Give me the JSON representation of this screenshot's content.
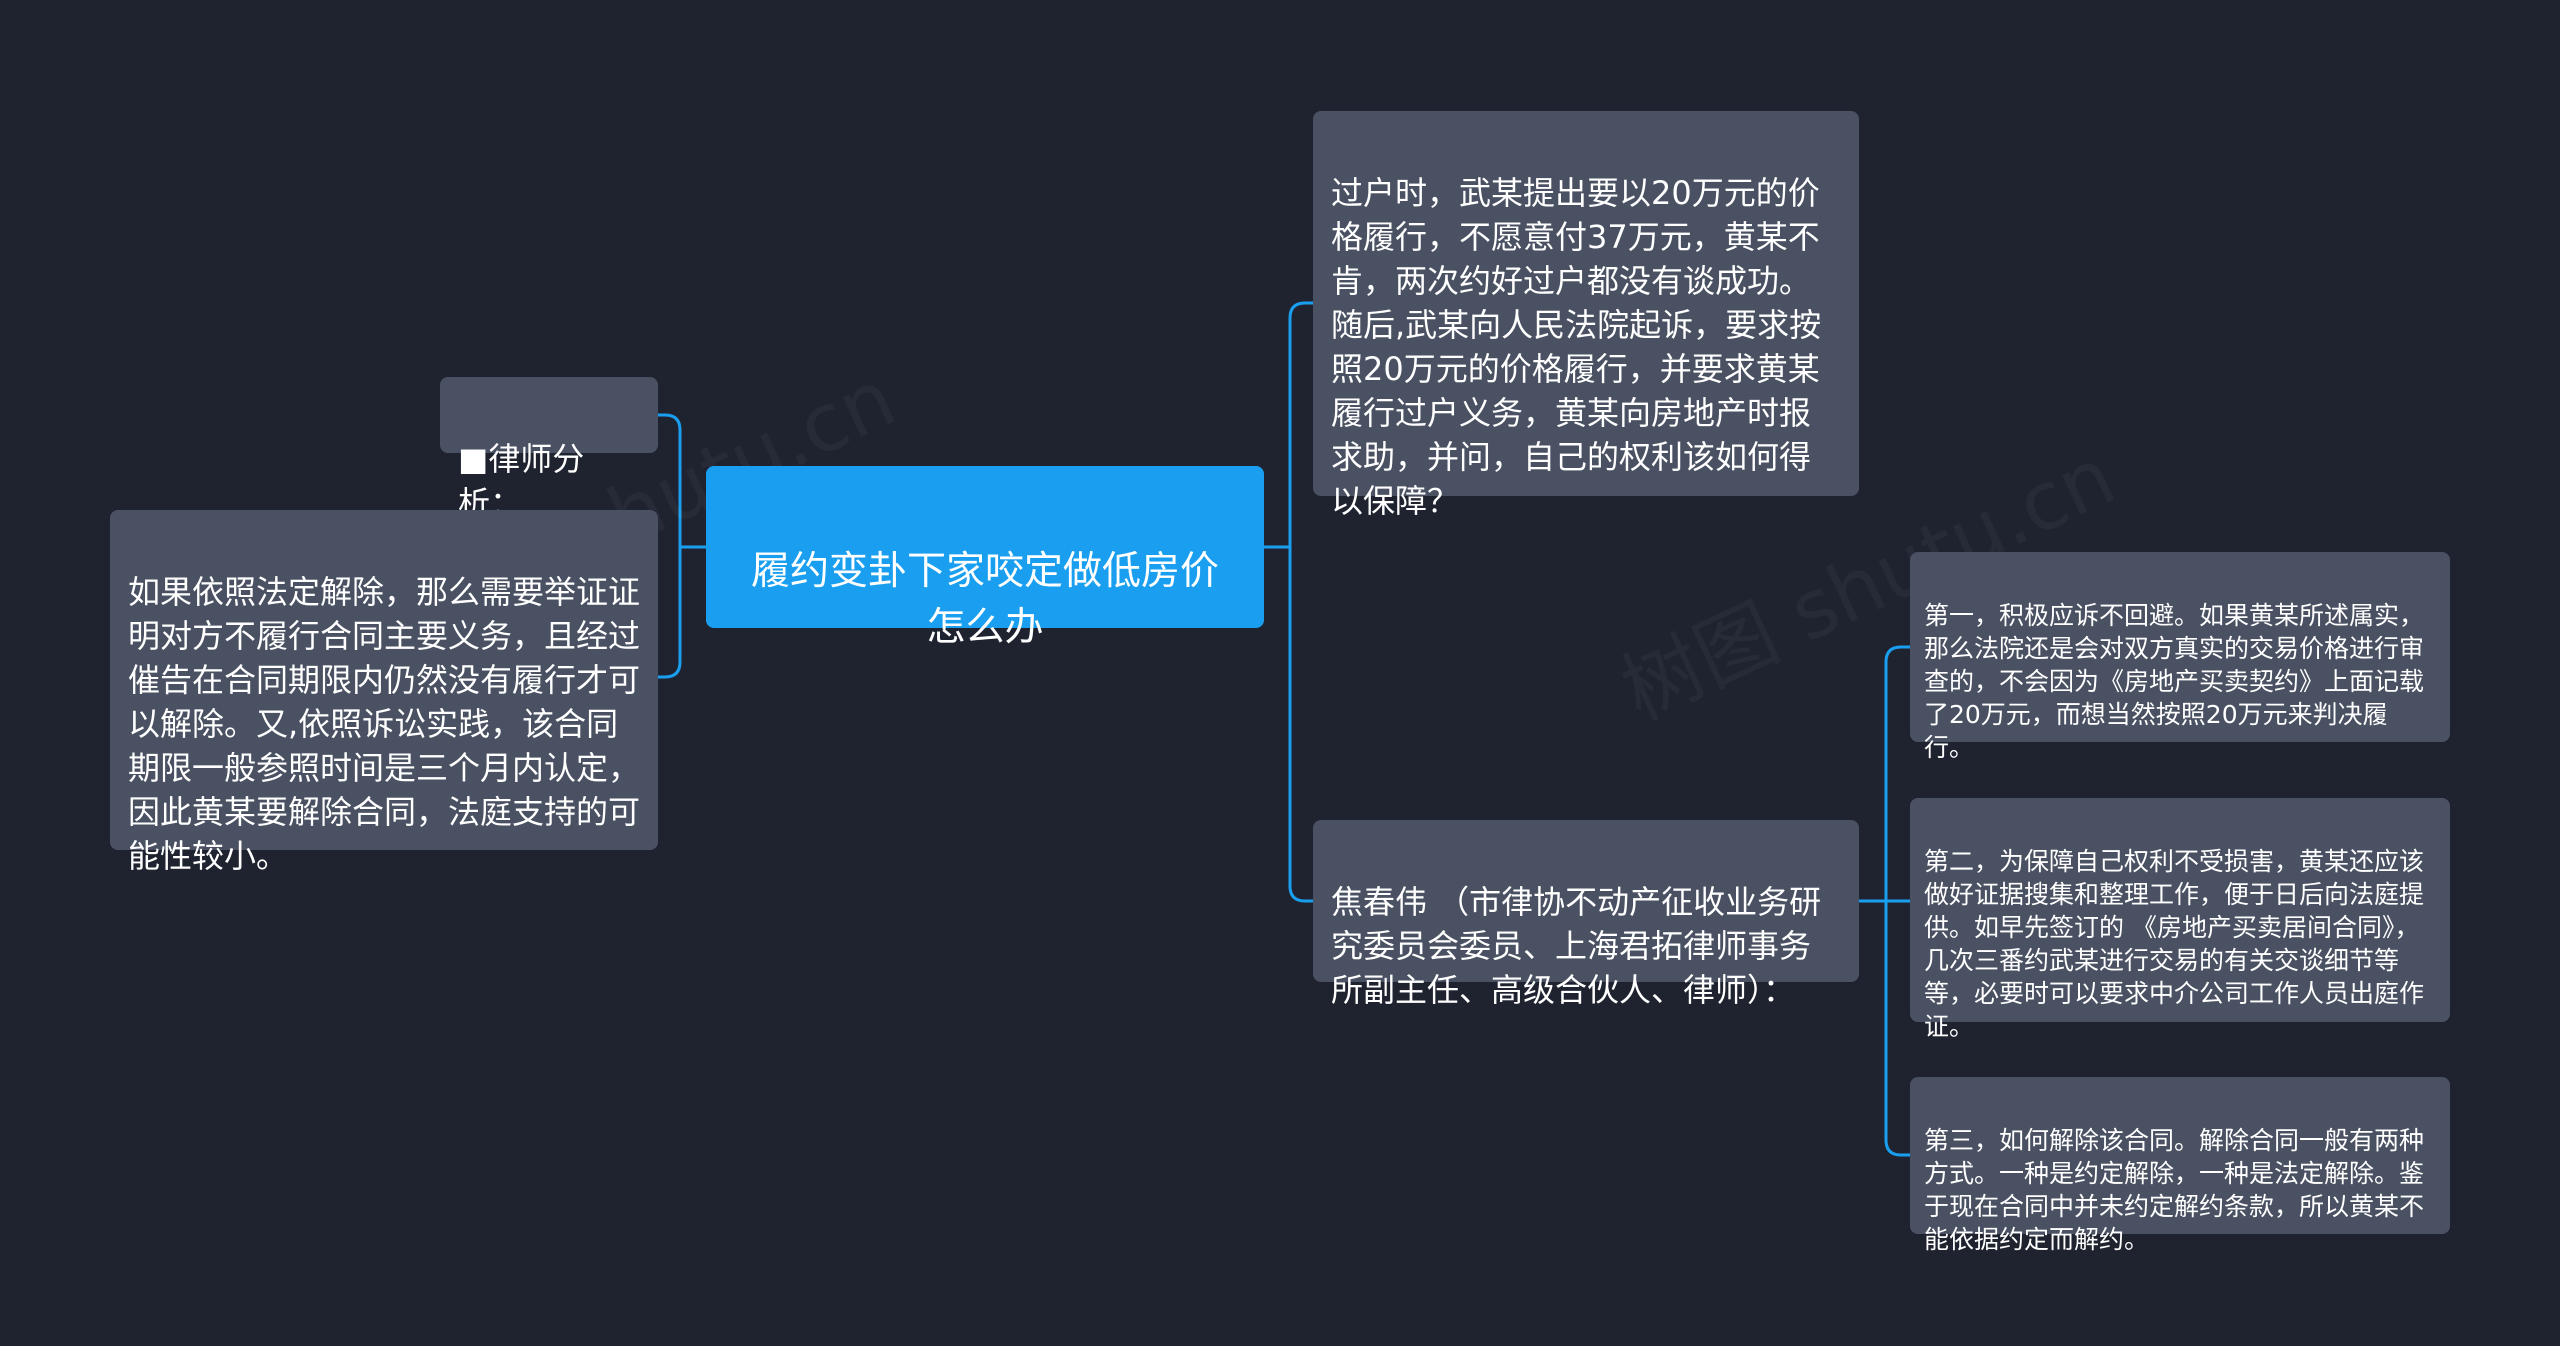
{
  "root": {
    "title": "履约变卦下家咬定做低房价怎么办"
  },
  "left": {
    "label": "■律师分析：",
    "analysis": "如果依照法定解除，那么需要举证证明对方不履行合同主要义务，且经过催告在合同期限内仍然没有履行才可以解除。又,依照诉讼实践，该合同期限一般参照时间是三个月内认定，因此黄某要解除合同，法庭支持的可能性较小。"
  },
  "right": {
    "case": "过户时，武某提出要以20万元的价格履行，不愿意付37万元，黄某不肯，两次约好过户都没有谈成功。随后,武某向人民法院起诉，要求按照20万元的价格履行，并要求黄某履行过户义务，黄某向房地产时报求助，并问，自己的权利该如何得以保障？",
    "expert": "焦春伟 （市律协不动产征收业务研究委员会委员、上海君拓律师事务所副主任、高级合伙人、律师）：",
    "points": [
      "第一，积极应诉不回避。如果黄某所述属实，那么法院还是会对双方真实的交易价格进行审查的，不会因为《房地产买卖契约》上面记载了20万元，而想当然按照20万元来判决履行。",
      "第二，为保障自己权利不受损害，黄某还应该做好证据搜集和整理工作，便于日后向法庭提供。如早先签订的 《房地产买卖居间合同》，几次三番约武某进行交易的有关交谈细节等等，必要时可以要求中介公司工作人员出庭作证。",
      "第三，如何解除该合同。解除合同一般有两种方式。一种是约定解除，一种是法定解除。鉴于现在合同中并未约定解约条款，所以黄某不能依据约定而解约。"
    ]
  },
  "colors": {
    "background": "#1f2330",
    "node": "#4a5162",
    "root": "#1a9ff0",
    "edge": "#1a9ff0"
  }
}
